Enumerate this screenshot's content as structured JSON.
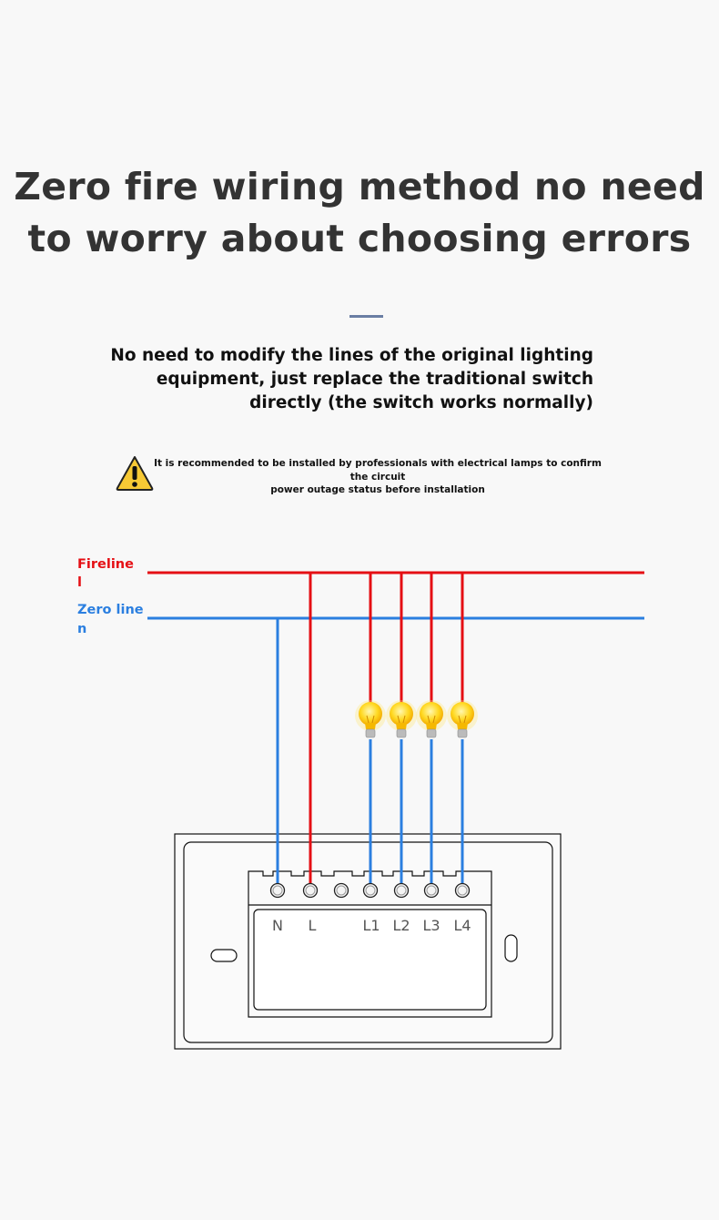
{
  "title": {
    "line1": "Zero fire wiring method no need",
    "line2": "to worry about choosing errors"
  },
  "subtitle": {
    "line1": "No need to modify the lines of the original lighting",
    "line2": "equipment, just replace the traditional switch",
    "line3": "directly (the switch works normally)"
  },
  "warning": {
    "icon": "warning-triangle-icon",
    "line1": "It is recommended to be installed by professionals with electrical lamps to confirm the circuit",
    "line2": "power outage status before installation"
  },
  "diagram": {
    "fire_label_1": "Fireline",
    "fire_label_2": "l",
    "zero_label_1": "Zero line",
    "zero_label_2": "n",
    "terminals": [
      "N",
      "L",
      "L1",
      "L2",
      "L3",
      "L4"
    ],
    "colors": {
      "fire": "#e50f14",
      "zero": "#2b7fe0",
      "title": "#333333"
    }
  }
}
